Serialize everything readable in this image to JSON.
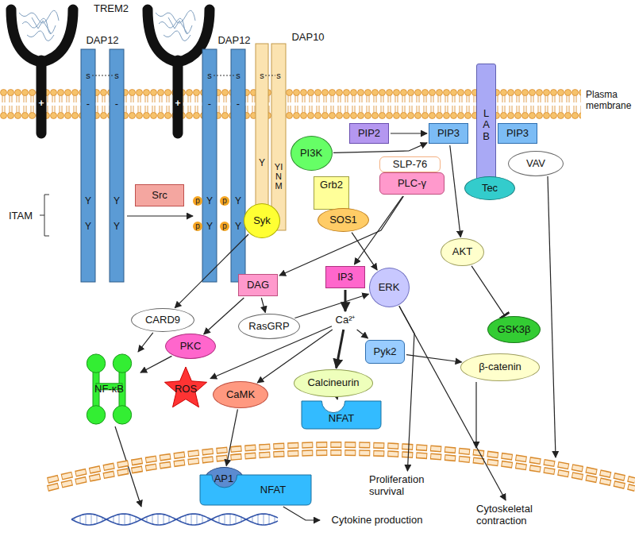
{
  "diagram": {
    "nodes": [
      {
        "text": [
          "Src"
        ]
      },
      {
        "text": [
          "PI3K"
        ]
      },
      {
        "text": [
          "PIP2"
        ]
      },
      {
        "text": [
          "PIP3"
        ]
      },
      {
        "text": [
          "LAB"
        ]
      },
      {
        "text": [
          "PIP3"
        ]
      },
      {
        "text": [
          "VAV"
        ]
      },
      {
        "text": [
          "Tec"
        ]
      },
      {
        "text": [
          "Syk"
        ]
      },
      {
        "text": [
          "SLP-76"
        ]
      },
      {
        "text": [
          "PLC-γ"
        ]
      },
      {
        "text": [
          "Grb2"
        ]
      },
      {
        "text": [
          "SOS1"
        ]
      },
      {
        "text": [
          "DAG"
        ]
      },
      {
        "text": [
          "IP3"
        ]
      },
      {
        "text": [
          "ERK"
        ]
      },
      {
        "text": [
          "AKT"
        ]
      },
      {
        "text": [
          "CARD9"
        ]
      },
      {
        "text": [
          "PKC"
        ]
      },
      {
        "text": [
          "RasGRP"
        ]
      },
      {
        "text": [
          "Ca²⁺"
        ]
      },
      {
        "text": [
          "Pyk2"
        ]
      },
      {
        "text": [
          "GSK3β"
        ]
      },
      {
        "text": [
          "β-catenin"
        ]
      },
      {
        "text": [
          "NF-κB"
        ]
      },
      {
        "text": [
          "ROS"
        ]
      },
      {
        "text": [
          "CaMK"
        ]
      },
      {
        "text": [
          "Calcineurin"
        ]
      },
      {
        "text": [
          "NFAT"
        ]
      },
      {
        "text": [
          "AP1"
        ]
      },
      {
        "text": [
          "NFAT"
        ]
      },
      {
        "text": [
          "Proliferation survival"
        ]
      },
      {
        "text": [
          "Cytoskeletal contraction"
        ]
      },
      {
        "text": [
          "Cytokine production"
        ]
      }
    ],
    "edges": [
      {
        "from": 1,
        "to": 3,
        "arrow": "to"
      },
      {
        "from": 2,
        "to": 3,
        "arrow": "to"
      },
      {
        "from": 3,
        "to": 16,
        "arrow": "to"
      },
      {
        "from": 16,
        "to": 22,
        "arrow": "to"
      },
      {
        "from": 8,
        "to": 17,
        "arrow": "to"
      },
      {
        "from": 17,
        "to": 24,
        "arrow": "to"
      },
      {
        "from": 18,
        "to": 24,
        "arrow": "to"
      },
      {
        "from": 10,
        "to": 13,
        "arrow": "to"
      },
      {
        "from": 10,
        "to": 14,
        "arrow": "to"
      },
      {
        "from": 12,
        "to": 15,
        "arrow": "to"
      },
      {
        "from": 13,
        "to": 18,
        "arrow": "to"
      },
      {
        "from": 13,
        "to": 19,
        "arrow": "to"
      },
      {
        "from": 19,
        "to": 15,
        "arrow": "to"
      },
      {
        "from": 14,
        "to": 20,
        "arrow": "to"
      },
      {
        "from": 20,
        "to": 25,
        "arrow": "to"
      },
      {
        "from": 20,
        "to": 26,
        "arrow": "to"
      },
      {
        "from": 20,
        "to": 27,
        "arrow": "to"
      },
      {
        "from": 20,
        "to": 21,
        "arrow": "to"
      },
      {
        "from": 21,
        "to": 23,
        "arrow": "to"
      },
      {
        "from": 27,
        "to": 28,
        "arrow": "to"
      },
      {
        "from": 26,
        "to": 29,
        "arrow": "to"
      },
      {
        "from": 15,
        "to": 31,
        "arrow": "to"
      },
      {
        "from": 15,
        "to": 32,
        "arrow": "to"
      },
      {
        "from": 30,
        "to": 33,
        "arrow": "to"
      }
    ],
    "labels": [
      "TREM2",
      "DAP12",
      "DAP12",
      "DAP10",
      "Plasma membrane",
      "ITAM",
      "+",
      "+",
      "-",
      "-",
      "-",
      "-",
      "s",
      "s",
      "s",
      "s",
      "s",
      "s",
      "Y",
      "Y",
      "Y",
      "Y",
      "Y",
      "Y",
      "Y",
      "Y",
      "Y",
      "YINM",
      "p",
      "p",
      "p",
      "p"
    ]
  }
}
